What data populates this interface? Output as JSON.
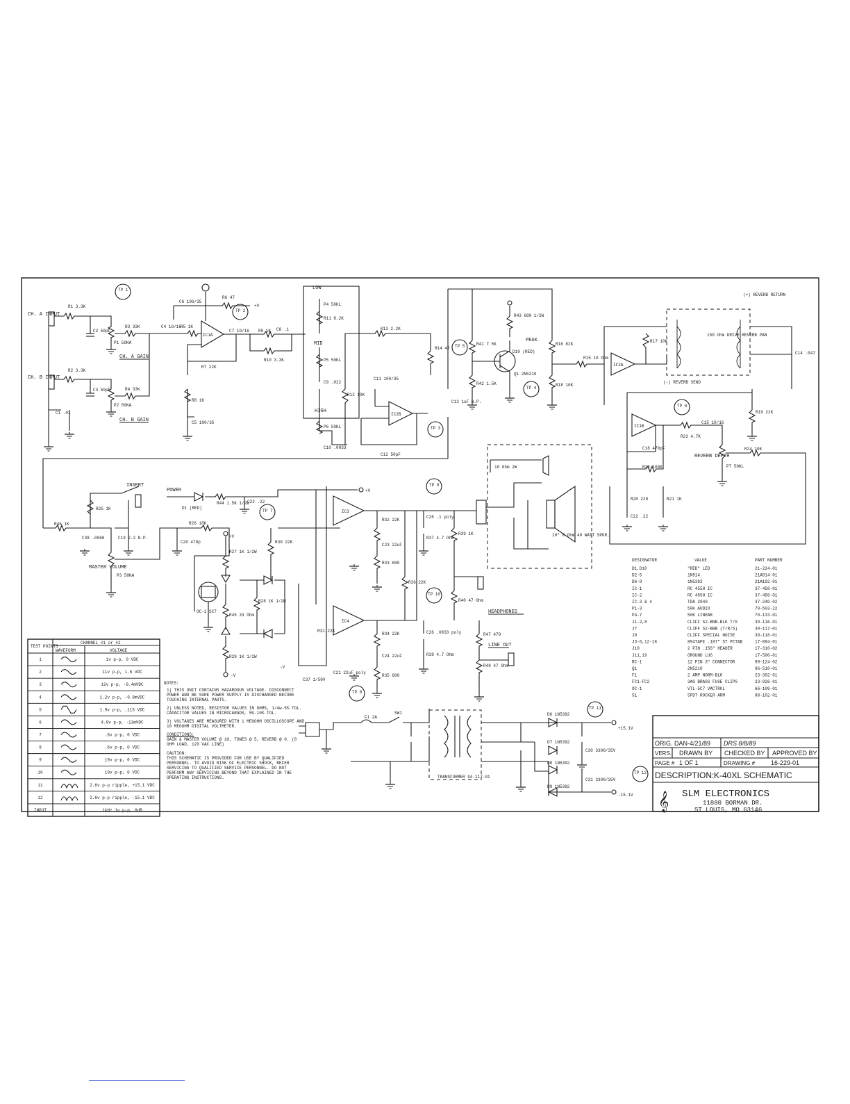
{
  "labels": {
    "ch_a_input": "CH. A INPUT",
    "ch_b_input": "CH. B INPUT",
    "ch_a_gain": "CH. A GAIN",
    "ch_b_gain": "CH. B GAIN",
    "low": "LOW",
    "mid": "MID",
    "high": "HIGH",
    "peak": "PEAK",
    "power": "POWER",
    "insert": "INSERT",
    "master_volume": "MASTER VOLUME",
    "reverb_depth": "REVERB DEPTH",
    "reverb_return": "(+) REVERB RETURN",
    "reverb_send": "(-) REVERB SEND",
    "reverb_pan": "150 Ohm DRIVE REVERB PAN",
    "headphones": "HEADPHONES",
    "line_out": "LINE OUT",
    "speaker": "10\" 8 Ohm 40 WATT SPKR.",
    "tweeter_res": "10 Ohm 2W",
    "transformer": "TRANSFORMER 94-117-01",
    "plus_15v": "+15.1V",
    "minus_15v": "-15.1V",
    "plus_v": "+V",
    "minus_v": "-V"
  },
  "ics": [
    "IC1A",
    "IC1B",
    "IC2A",
    "IC2B",
    "IC3",
    "IC4"
  ],
  "testpoints": [
    "TP 1",
    "TP 2",
    "TP 3",
    "TP 4",
    "TP 5",
    "TP 6",
    "TP 7",
    "TP 8",
    "TP 9",
    "TP 10",
    "TP 11",
    "TP 12"
  ],
  "components": {
    "r1": "R1 3.3K",
    "r2": "R2 3.3K",
    "r3": "R3 33K",
    "r4": "R4 33K",
    "r5": "R5 1K",
    "r6": "R6 47",
    "r7": "R7 22K",
    "r8": "R8 1K",
    "r9": "R9 1K",
    "r10": "R10 3.3K",
    "r11": "R11 8.2K",
    "r12": "R12 10K",
    "r13": "R13 2.2K",
    "r14": "R14 47",
    "r15": "R15 10 Ohm",
    "r16": "R16 82K",
    "r17": "R17 10K",
    "r18": "R18 10K",
    "r19": "R19 22K",
    "r20": "R20 220",
    "r21": "R21 1K",
    "r22": "R22 100K",
    "r23": "R23 4.7K",
    "r24": "R24 10K",
    "r25": "R25 1K",
    "r26": "R26 18K",
    "r27": "R27 1K 1/2W",
    "r28": "R28 1K 1/2W",
    "r29": "R29 1K 1/2W",
    "r30": "R30 22K",
    "r31": "R31 22K",
    "r32": "R32 22K",
    "r33": "R33 680",
    "r34": "R34 22K",
    "r35": "R35 680",
    "r36": "R36 22K",
    "r37": "R37 4.7 Ohm",
    "r38": "R38 4.7 Ohm",
    "r39": "R39 1K",
    "r40": "R40 47 Ohm",
    "r41": "R41 7.5K",
    "r42": "R42 1.5K",
    "r43": "R43 680 1/2W",
    "r44": "R44 1.5K 1/2W",
    "r45": "R45 33 Ohm",
    "r46": "R46 1K",
    "r47": "R47 470",
    "r48": "R48 47 Ohm",
    "c1": "C1 .01",
    "c2": "C2 50pF",
    "c3": "C3 50pF",
    "c4": "C4 10/16",
    "c5": "C5 100/35",
    "c6": "C6 100/35",
    "c7": "C7 10/16",
    "c8": "C8 .1",
    "c9": "C9 .022",
    "c10": "C10 .0033",
    "c11": "C11 100/35",
    "c12": "C12 50pF",
    "c13": "C13 1uF N.P.",
    "c14": "C14 .047",
    "c15": "C15 10/16",
    "c18": "C18 470pF",
    "c19": "C19 2.2 N.P.",
    "c20": "C20 470p",
    "c21": "C21 22uF poly",
    "c22": "C22 .22",
    "c23": "C23 22uF",
    "c24": "C24 22uF",
    "c25": "C25 .1 poly",
    "c26": "C26 .0033 poly",
    "c30": "C30 3300/35V",
    "c31": "C31 3300/35V",
    "c37": "C37 1/50V",
    "c38": "C38 .0068",
    "p1": "P1 50KA",
    "p2": "P2 50KA",
    "p3": "P3 50KA",
    "p4": "P4 50KL",
    "p5": "P5 50KL",
    "p6": "P6 50KL",
    "p7": "P7 50KL",
    "d1": "D1 (RED)",
    "d10": "D10 (RED)",
    "q1": "Q1 2N5210",
    "oc1": "OC-1 SC7",
    "d6": "D6 1N5392",
    "d7": "D7 1N5392",
    "d8": "D8 1N5392",
    "d9": "D9 1N5392",
    "f1": "F1 2A",
    "sw1": "SW1"
  },
  "bom": {
    "headers": [
      "DESIGNATOR",
      "VALUE",
      "PART NUMBER"
    ],
    "rows": [
      [
        "D1,D10",
        "\"RED\" LED",
        "21-224-01"
      ],
      [
        "D2-5",
        "1N914",
        "21A914-01"
      ],
      [
        "D6-9",
        "1N5392",
        "21A192-01"
      ],
      [
        "IC-1",
        "RC 4558 IC",
        "37-458-01"
      ],
      [
        "IC-2",
        "RC 4558 IC",
        "37-458-01"
      ],
      [
        "IC-3 & 4",
        "TDA 2040",
        "37-240-02"
      ],
      [
        "P1-3",
        "50K AUDIO",
        "70-503-22"
      ],
      [
        "P4-7",
        "50K LINEAR",
        "70-133-01"
      ],
      [
        "J1-2,8",
        "CLIFF S2-BNB-BLK T/S",
        "39-116-01"
      ],
      [
        "J7",
        "CLIFF S2-BBB (T/R/S)",
        "39-117-01"
      ],
      [
        "J9",
        "CLIFF SPECIAL NOISE",
        "39-118-01"
      ],
      [
        "J3-6,12-18",
        "894TAPE .187\" ST PCTAB",
        "17-894-01"
      ],
      [
        "J10",
        "2 PIN .156\" HEADER",
        "17-310-02"
      ],
      [
        "J11,19",
        "GROUND LUG",
        "17-500-01"
      ],
      [
        "RC-1",
        "12 PIN 3\" CONNECTOR",
        "99-124-02"
      ],
      [
        "Q1",
        "2N5210",
        "96-510-01"
      ],
      [
        "F1",
        "2 AMP NORM-BLO",
        "23-302-01"
      ],
      [
        "FC1-FC2",
        "3AG BRASS FUSE CLIPS",
        "23-926-01"
      ],
      [
        "OC-1",
        "VTL-5C7 VACTROL",
        "66-109-01"
      ],
      [
        "S1",
        "SPDT ROCKER ARM",
        "88-102-01"
      ]
    ]
  },
  "test_table": {
    "group_header": "CHANNEL #1 or #2",
    "headers": [
      "TEST POINTS",
      "WAVEFORM",
      "VOLTAGE"
    ],
    "rows": [
      [
        "1",
        "sine",
        "1v p-p, 0 VDC"
      ],
      [
        "2",
        "sine",
        "11v p-p, 1.6 VDC"
      ],
      [
        "3",
        "sine",
        "12v p-p, -9.4mVDC"
      ],
      [
        "4",
        "sine",
        "1.2v p-p, -9.8mVDC"
      ],
      [
        "5",
        "clipped",
        "1.9v p-p, .115 VDC"
      ],
      [
        "6",
        "sine",
        "4.8v p-p, -13mVDC"
      ],
      [
        "7",
        "sine",
        ".6v p-p, 0 VDC"
      ],
      [
        "8",
        "sine",
        ".6v p-p, 0 VDC"
      ],
      [
        "9",
        "sine",
        "19v p-p, 0 VDC"
      ],
      [
        "10",
        "sine",
        "19v p-p, 0 VDC"
      ],
      [
        "11",
        "ripple",
        "2.6v p-p ripple, +15.1 VDC"
      ],
      [
        "12",
        "ripple",
        "2.6v p-p ripple, -15.1 VDC"
      ],
      [
        "INPUT",
        "",
        "1kHz 1v p-p, 0dB"
      ]
    ]
  },
  "notes": {
    "heading": "NOTES:",
    "n1": "1) THIS UNIT CONTAINS HAZARDOUS VOLTAGE. DISCONNECT POWER AND BE SURE POWER SUPPLY IS DISCHARGED BEFORE TOUCHING INTERNAL PARTS.",
    "n2": "2) UNLESS NOTED, RESISTOR VALUES IN OHMS, 1/4w-5% TOL. CAPACITOR VALUES IN MICROFARADS, 5%-10% TOL.",
    "n3": "3) VOLTAGES ARE MEASURED WITH 1 MEGOHM OSCILLOSCOPE AND 10 MEGOHM DIGITAL VOLTMETER.",
    "conditions_head": "CONDITIONS:",
    "conditions": "GAIN & MASTER VOLUME @ 10, TONES @ 5, REVERB @ 0. (8 OHM LOAD, 120 VAC LINE)",
    "caution_head": "CAUTION:",
    "caution": "THIS SCHEMATIC IS PROVIDED FOR USE BY QUALIFIED PERSONNEL. TO AVOID RISK OF ELECTRIC SHOCK, REFER SERVICING TO QUALIFIED SERVICE PERSONNEL. DO NOT PERFORM ANY SERVICING BEYOND THAT EXPLAINED IN THE OPERATING INSTRUCTIONS."
  },
  "title_block": {
    "orig": "ORIG. DAN-4/21/89",
    "checked_sig": "DRS 8/8/89",
    "vers": "VERS.",
    "drawn_by": "DRAWN BY",
    "checked_by": "CHECKED BY",
    "approved_by": "APPROVED BY",
    "page_label": "PAGE #",
    "page_value": "1 OF 1",
    "drawing_label": "DRAWING #",
    "drawing_value": "16-229-01",
    "description_label": "DESCRIPTION:",
    "description_value": "K-40XL SCHEMATIC",
    "company": "SLM ELECTRONICS",
    "address1": "11880 BORMAN DR.",
    "address2": "ST LOUIS, MO 63146"
  }
}
